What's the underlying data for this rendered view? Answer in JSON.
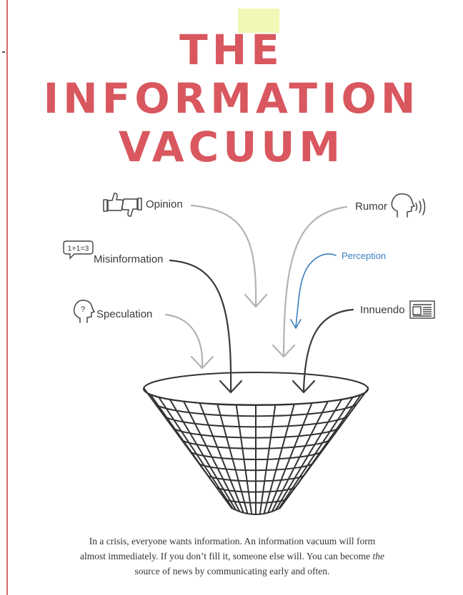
{
  "title": {
    "line1": "THE",
    "line2": "INFORMATION",
    "line3": "VACUUM"
  },
  "labels": {
    "opinion": "Opinion",
    "rumor": "Rumor",
    "misinformation": "Misinformation",
    "perception": "Perception",
    "speculation": "Speculation",
    "innuendo": "Innuendo"
  },
  "icons": {
    "math_badge": "1+1=3",
    "question": "?"
  },
  "caption": {
    "part1": "In a crisis, everyone wants information. An information vacuum will form almost immediately. If you don’t fill it, someone else will. You can become ",
    "emphasis": "the",
    "part2": " source of news by communicating early and often."
  },
  "colors": {
    "title": "#d9575e",
    "light_arrow": "#b3b3b3",
    "dark_arrow": "#3a3a3a",
    "handwritten_arrow": "#3a7fc0",
    "margin_rule": "#d46a6a"
  }
}
